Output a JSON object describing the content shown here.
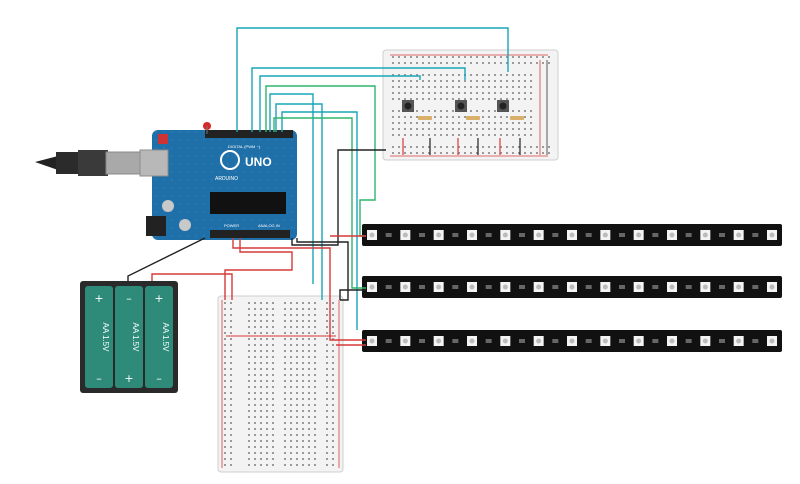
{
  "arduino": {
    "brand": "UNO",
    "maker": "ARDUINO",
    "digital_header": "DIGITAL (PWM ~)",
    "power_header": "POWER",
    "analog_header": "ANALOG IN",
    "body_color": "#1f6fa8"
  },
  "battery_pack": {
    "cells": [
      "AA 1.5V",
      "AA 1.5V",
      "AA 1.5V"
    ],
    "cell_color": "#2e8b7a"
  },
  "wire_colors": {
    "teal": "#1aa6b7",
    "green": "#2db56b",
    "red": "#d63a3a",
    "black": "#222222"
  },
  "led_strip_count": 3,
  "pixels_per_strip": 13,
  "push_buttons": 3
}
